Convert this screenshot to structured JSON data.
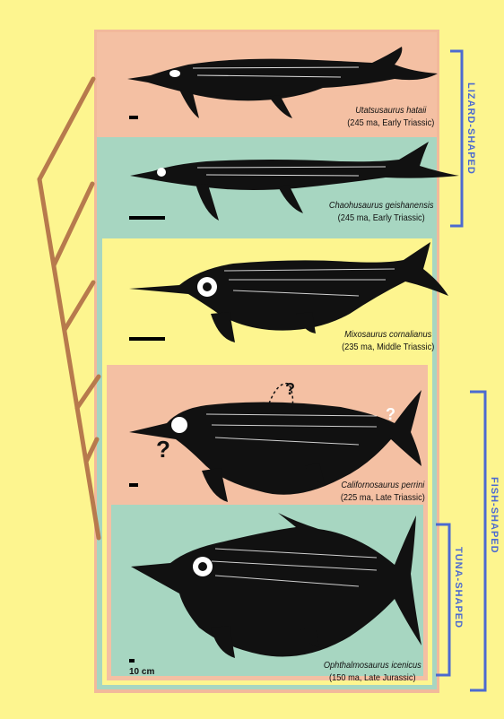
{
  "groups": {
    "lizard": "LIZARD-SHAPED",
    "fish": "FISH-SHAPED",
    "tuna": "TUNA-SHAPED"
  },
  "species": [
    {
      "name": "Utatsusaurus hataii",
      "info": "(245 ma, Early Triassic)"
    },
    {
      "name": "Chaohusaurus geishanensis",
      "info": "(245 ma, Early Triassic)"
    },
    {
      "name": "Mixosaurus cornalianus",
      "info": "(235 ma, Middle Triassic)"
    },
    {
      "name": "Californosaurus perrini",
      "info": "(225 ma, Late Triassic)"
    },
    {
      "name": "Ophthalmosaurus icenicus",
      "info": "(150 ma, Late Jurassic)"
    }
  ],
  "scale_label": "10 cm",
  "unknown_marker": "?",
  "colors": {
    "background": "#fdf58f",
    "salmon": "#f4c0a3",
    "teal": "#a7d6c1",
    "tree": "#b77a4d",
    "bracket": "#4c6ad0"
  }
}
